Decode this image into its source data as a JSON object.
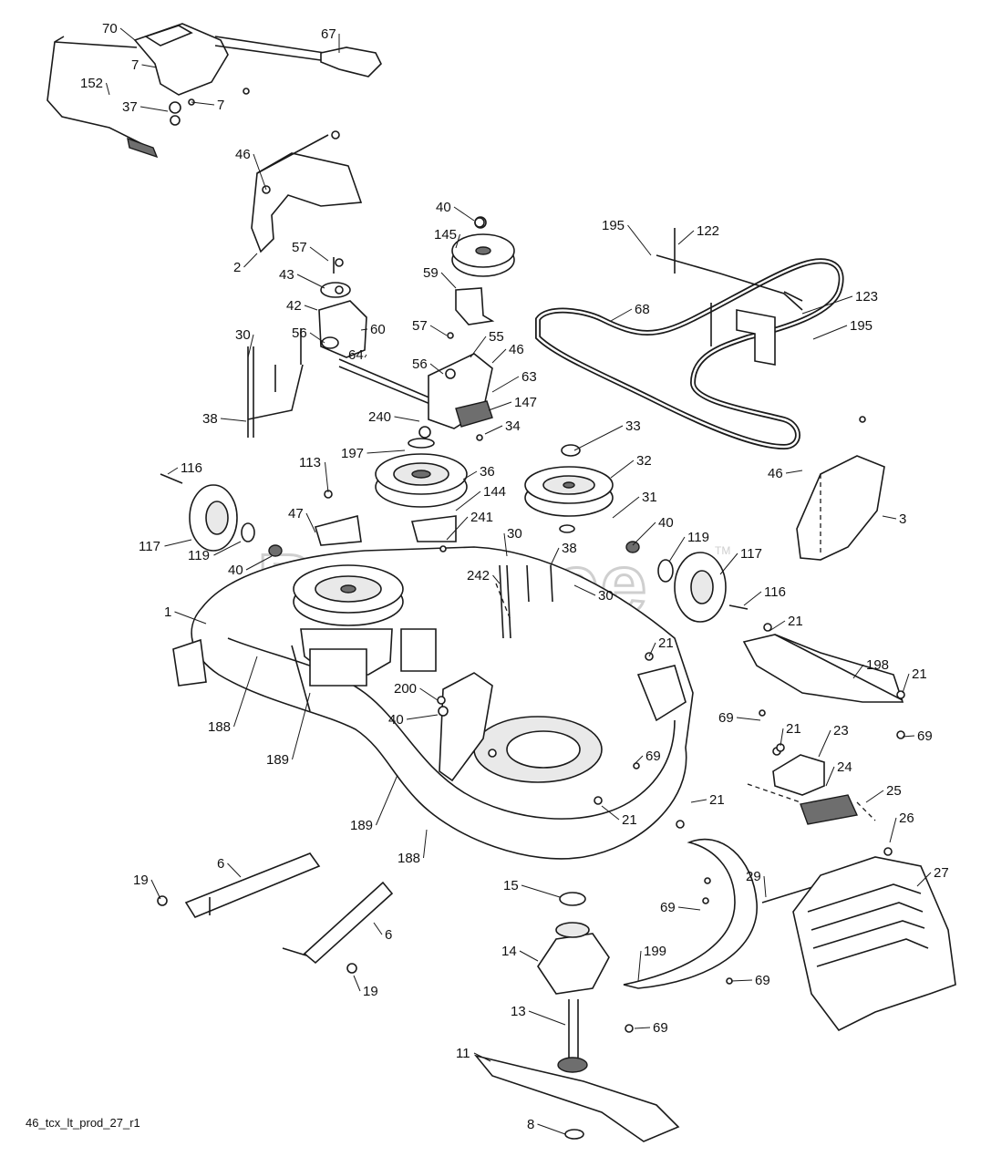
{
  "watermark": "PartsTree",
  "trademark": "TM",
  "footer_code": "46_tcx_lt_prod_27_r1",
  "callouts": [
    {
      "id": "70"
    },
    {
      "id": "67"
    },
    {
      "id": "7"
    },
    {
      "id": "152"
    },
    {
      "id": "37"
    },
    {
      "id": "7"
    },
    {
      "id": "46"
    },
    {
      "id": "2"
    },
    {
      "id": "57"
    },
    {
      "id": "43"
    },
    {
      "id": "42"
    },
    {
      "id": "56"
    },
    {
      "id": "60"
    },
    {
      "id": "30"
    },
    {
      "id": "64"
    },
    {
      "id": "38"
    },
    {
      "id": "40"
    },
    {
      "id": "145"
    },
    {
      "id": "59"
    },
    {
      "id": "57"
    },
    {
      "id": "55"
    },
    {
      "id": "46"
    },
    {
      "id": "56"
    },
    {
      "id": "63"
    },
    {
      "id": "147"
    },
    {
      "id": "240"
    },
    {
      "id": "34"
    },
    {
      "id": "197"
    },
    {
      "id": "195"
    },
    {
      "id": "122"
    },
    {
      "id": "68"
    },
    {
      "id": "123"
    },
    {
      "id": "195"
    },
    {
      "id": "33"
    },
    {
      "id": "32"
    },
    {
      "id": "36"
    },
    {
      "id": "144"
    },
    {
      "id": "31"
    },
    {
      "id": "46"
    },
    {
      "id": "3"
    },
    {
      "id": "116"
    },
    {
      "id": "113"
    },
    {
      "id": "47"
    },
    {
      "id": "117"
    },
    {
      "id": "119"
    },
    {
      "id": "40"
    },
    {
      "id": "241"
    },
    {
      "id": "30"
    },
    {
      "id": "38"
    },
    {
      "id": "242"
    },
    {
      "id": "30"
    },
    {
      "id": "40"
    },
    {
      "id": "119"
    },
    {
      "id": "117"
    },
    {
      "id": "116"
    },
    {
      "id": "1"
    },
    {
      "id": "21"
    },
    {
      "id": "21"
    },
    {
      "id": "198"
    },
    {
      "id": "21"
    },
    {
      "id": "69"
    },
    {
      "id": "69"
    },
    {
      "id": "200"
    },
    {
      "id": "40"
    },
    {
      "id": "188"
    },
    {
      "id": "189"
    },
    {
      "id": "21"
    },
    {
      "id": "23"
    },
    {
      "id": "69"
    },
    {
      "id": "24"
    },
    {
      "id": "21"
    },
    {
      "id": "25"
    },
    {
      "id": "189"
    },
    {
      "id": "21"
    },
    {
      "id": "26"
    },
    {
      "id": "188"
    },
    {
      "id": "27"
    },
    {
      "id": "6"
    },
    {
      "id": "19"
    },
    {
      "id": "15"
    },
    {
      "id": "29"
    },
    {
      "id": "69"
    },
    {
      "id": "6"
    },
    {
      "id": "14"
    },
    {
      "id": "199"
    },
    {
      "id": "69"
    },
    {
      "id": "19"
    },
    {
      "id": "13"
    },
    {
      "id": "69"
    },
    {
      "id": "11"
    },
    {
      "id": "8"
    }
  ]
}
